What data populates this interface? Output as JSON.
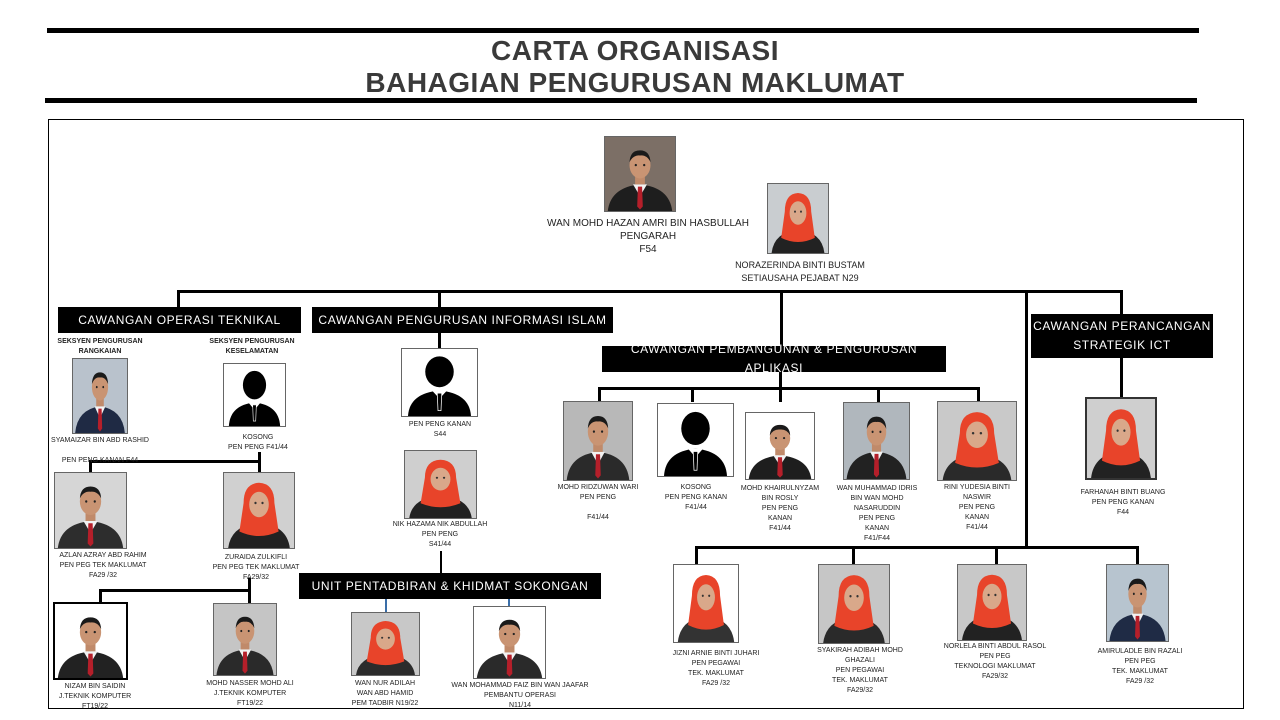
{
  "title": {
    "line1": "CARTA ORGANISASI",
    "line2": "BAHAGIAN PENGURUSAN MAKLUMAT"
  },
  "branches": {
    "teknikal": "CAWANGAN  OPERASI TEKNIKAL",
    "informasi": "CAWANGAN  PENGURUSAN  INFORMASI ISLAM",
    "aplikasi": "CAWANGAN  PEMBANGUNAN  & PENGURUSAN  APLIKASI",
    "strategik": "CAWANGAN  PERANCANGAN\nSTRATEGIK  ICT",
    "unit": "UNIT PENTADBIRAN  & KHIDMAT SOKONGAN"
  },
  "sections": {
    "rangkaian": "SEKSYEN   PENGURUSAN\nRANGKAIAN",
    "keselamatan": "SEKSYEN   PENGURUSAN\nKESELAMATAN"
  },
  "people": {
    "director": "WAN MOHD HAZAN AMRI BIN HASBULLAH\nPENGARAH\nF54",
    "secretary": "NORAZERINDA BINTI BUSTAM\nSETIAUSAHA PEJABAT N29",
    "syamaizar": "SYAMAIZAR BIN ABD RASHID\n\nPEN PENG KANAN F44",
    "kosong_kes": "KOSONG\nPEN PENG F41/44",
    "azlan": "AZLAN AZRAY ABD RAHIM\nPEN PEG TEK MAKLUMAT\nFA29 /32",
    "zuraida": "ZURAIDA ZULKIFLI\nPEN PEG  TEK MAKLUMAT\nFA29/32",
    "nizam": "NIZAM BIN SAIDIN\nJ.TEKNIK KOMPUTER\nFT19/22",
    "nasser": "MOHD NASSER MOHD ALI\nJ.TEKNIK KOMPUTER\nFT19/22",
    "pen_peng_kanan_s44": "PEN PENG KANAN\nS44",
    "nik_hazama": "NIK HAZAMA  NIK ABDULLAH\nPEN PENG\nS41/44",
    "wan_nur": "WAN NUR ADILAH\nWAN ABD HAMID\nPEM TADBIR N19/22",
    "wan_faiz": "WAN MOHAMMAD FAIZ BIN WAN JAAFAR\nPEMBANTU OPERASI\nN11/14",
    "ridzuwan": "MOHD RIDZUWAN  WARI\nPEN PENG\n\nF41/44",
    "kosong_apl": "KOSONG\nPEN PENG KANAN\nF41/44",
    "khairulnyzam": "MOHD KHAIRULNYZAM\nBIN ROSLY\nPEN PENG\nKANAN\nF41/44",
    "idris": "WAN MUHAMMAD IDRIS\nBIN WAN MOHD\nNASARUDDIN\nPEN PENG\nKANAN\nF41/F44",
    "rini": "RINI YUDESIA BINTI\nNASWIR\nPEN PENG\nKANAN\nF41/44",
    "farhanah": "FARHANAH BINTI BUANG\nPEN PENG KANAN\nF44",
    "jizni": "JIZNI ARNIE BINTI JUHARI\nPEN PEGAWAI\nTEK. MAKLUMAT\nFA29 /32",
    "syakirah": "SYAKIRAH ADIBAH MOHD\nGHAZALI\nPEN PEGAWAI\nTEK. MAKLUMAT\nFA29/32",
    "norlela": "NORLELA  BINTI ABDUL RASOL\nPEN PEG\nTEKNOLOGI MAKLUMAT\nFA29/32",
    "amiruladle": "AMIRULADLE BIN RAZALI\nPEN PEG\nTEK. MAKLUMAT\nFA29 /32"
  },
  "colors": {
    "box_bg": "#000000",
    "box_text": "#ffffff",
    "title": "#3a3a3a",
    "tudung": "#e8442a",
    "suit": "#2b2b2b"
  }
}
